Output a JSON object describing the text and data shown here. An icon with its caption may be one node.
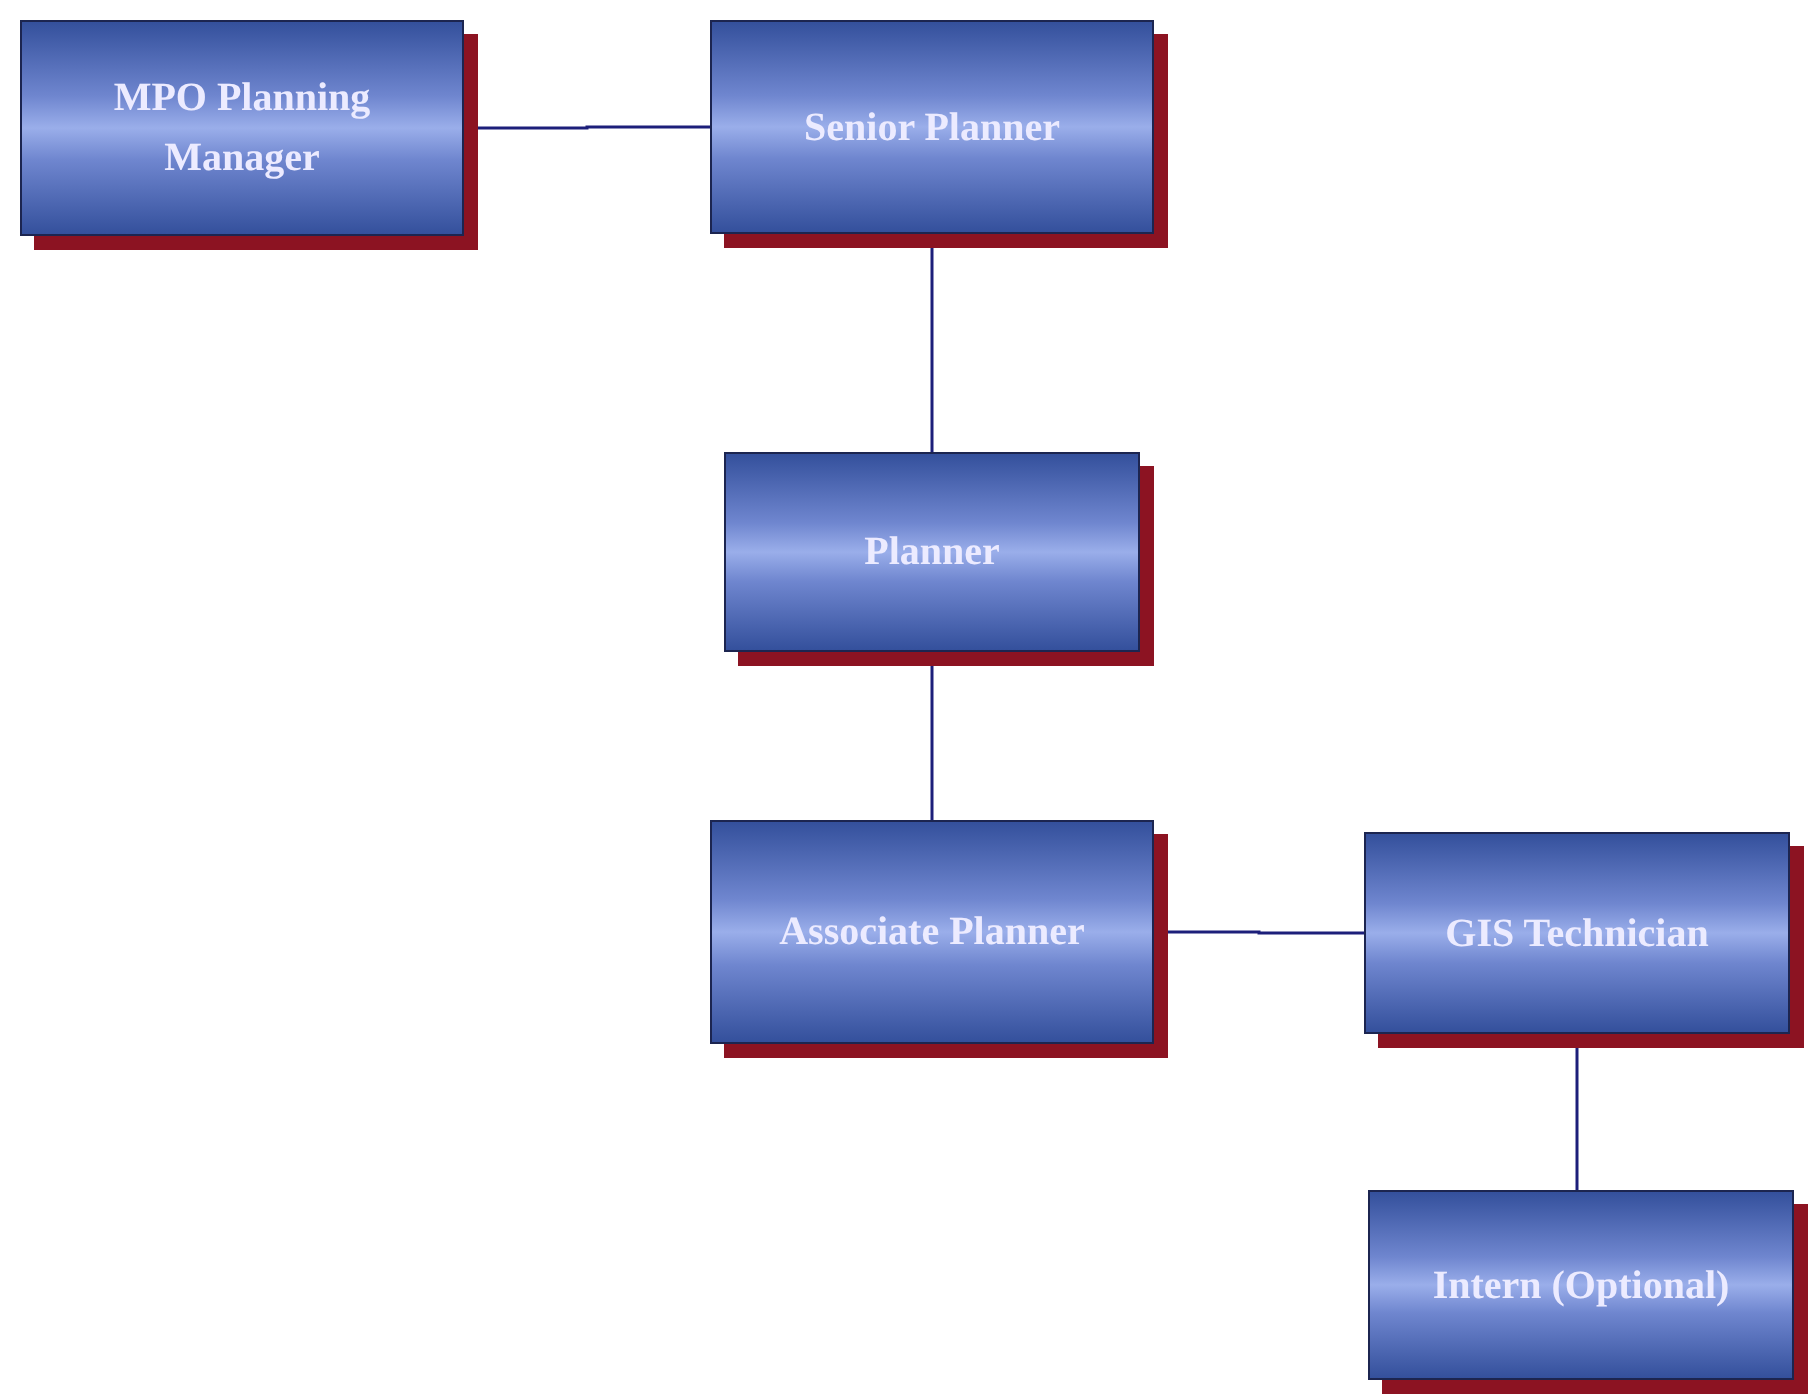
{
  "diagram": {
    "nodes": [
      {
        "text": [
          "MPO Planning Manager"
        ]
      },
      {
        "text": [
          "Senior Planner"
        ]
      },
      {
        "text": [
          "Planner"
        ]
      },
      {
        "text": [
          "Associate Planner"
        ]
      },
      {
        "text": [
          "GIS Technician"
        ]
      },
      {
        "text": [
          "Intern (Optional)"
        ]
      }
    ],
    "edges": [
      {
        "from": 0,
        "to": 1,
        "arrow": "none"
      },
      {
        "from": 1,
        "to": 2,
        "arrow": "none"
      },
      {
        "from": 2,
        "to": 3,
        "arrow": "none"
      },
      {
        "from": 3,
        "to": 4,
        "arrow": "none"
      },
      {
        "from": 4,
        "to": 5,
        "arrow": "none"
      }
    ]
  }
}
